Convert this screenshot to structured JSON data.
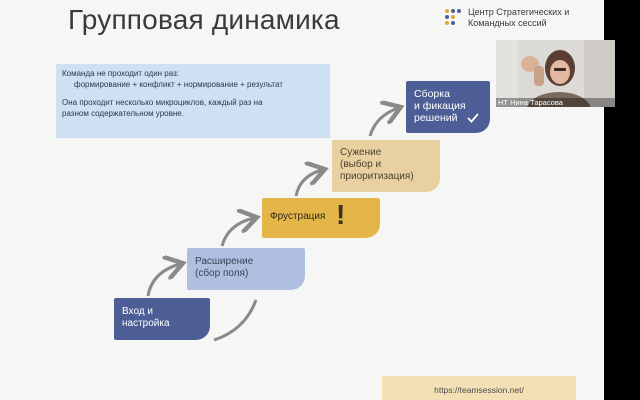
{
  "slide": {
    "title": "Групповая динамика",
    "logo_line1": "Центр Стратегических и",
    "logo_line2": "Командных сессий",
    "info": {
      "line1": "Команда не проходит один раз:",
      "line2": "формирование + конфликт + нормирование + результат",
      "line3": "Она проходит несколько микроциклов, каждый раз на",
      "line4": "разном содержательном уровне."
    },
    "steps": [
      {
        "line1": "Вход и",
        "line2": "настройка"
      },
      {
        "line1": "Расширение",
        "line2": "(сбор поля)"
      },
      {
        "line1": "Фрустрация",
        "mark": "!"
      },
      {
        "line1": "Сужение",
        "line2": "(выбор и",
        "line3": "приоритизация)"
      },
      {
        "line1": "Сборка",
        "line2": "и фикация",
        "line3": "решений"
      }
    ],
    "url": "https://teamsession.net/"
  },
  "video": {
    "participant_name": "НТ Нина Тарасова"
  },
  "colors": {
    "dark_blue": "#4d5e96",
    "light_blue": "#aebfe0",
    "yellow": "#e4b64a",
    "beige": "#e9d0a0",
    "info_bg": "#cfe0f2",
    "url_bg": "#f4e0b5"
  }
}
